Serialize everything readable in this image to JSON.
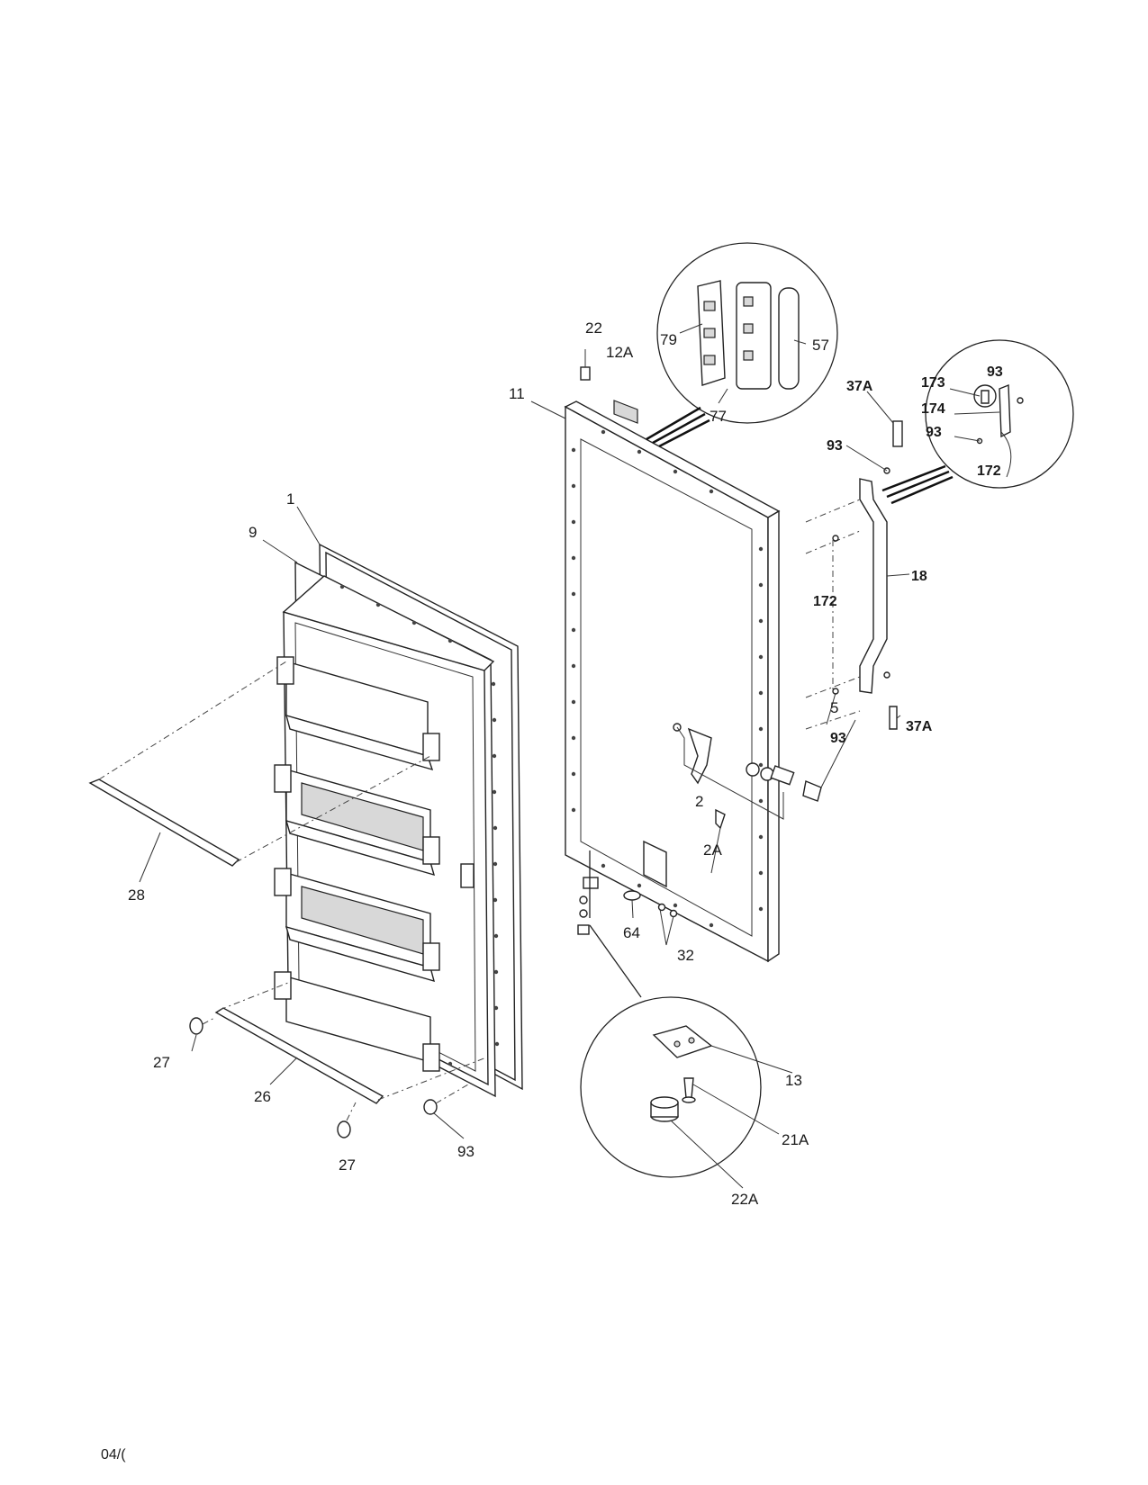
{
  "diagram": {
    "labels": {
      "p1": "1",
      "p9": "9",
      "p28": "28",
      "p27a": "27",
      "p26": "26",
      "p27b": "27",
      "p93a": "93",
      "p11": "11",
      "p22": "22",
      "p12a": "12A",
      "p79": "79",
      "p77": "77",
      "p57": "57",
      "p37a_top": "37A",
      "p93_inset1": "93",
      "p173": "173",
      "p174": "174",
      "p93_inset2": "93",
      "p172_inset": "172",
      "p93b": "93",
      "p18": "18",
      "p172": "172",
      "p93c": "93",
      "p37a_bot": "37A",
      "p5": "5",
      "p2": "2",
      "p2a": "2A",
      "p64": "64",
      "p32": "32",
      "p13": "13",
      "p21a": "21A",
      "p22a": "22A"
    },
    "footer": "04/("
  }
}
